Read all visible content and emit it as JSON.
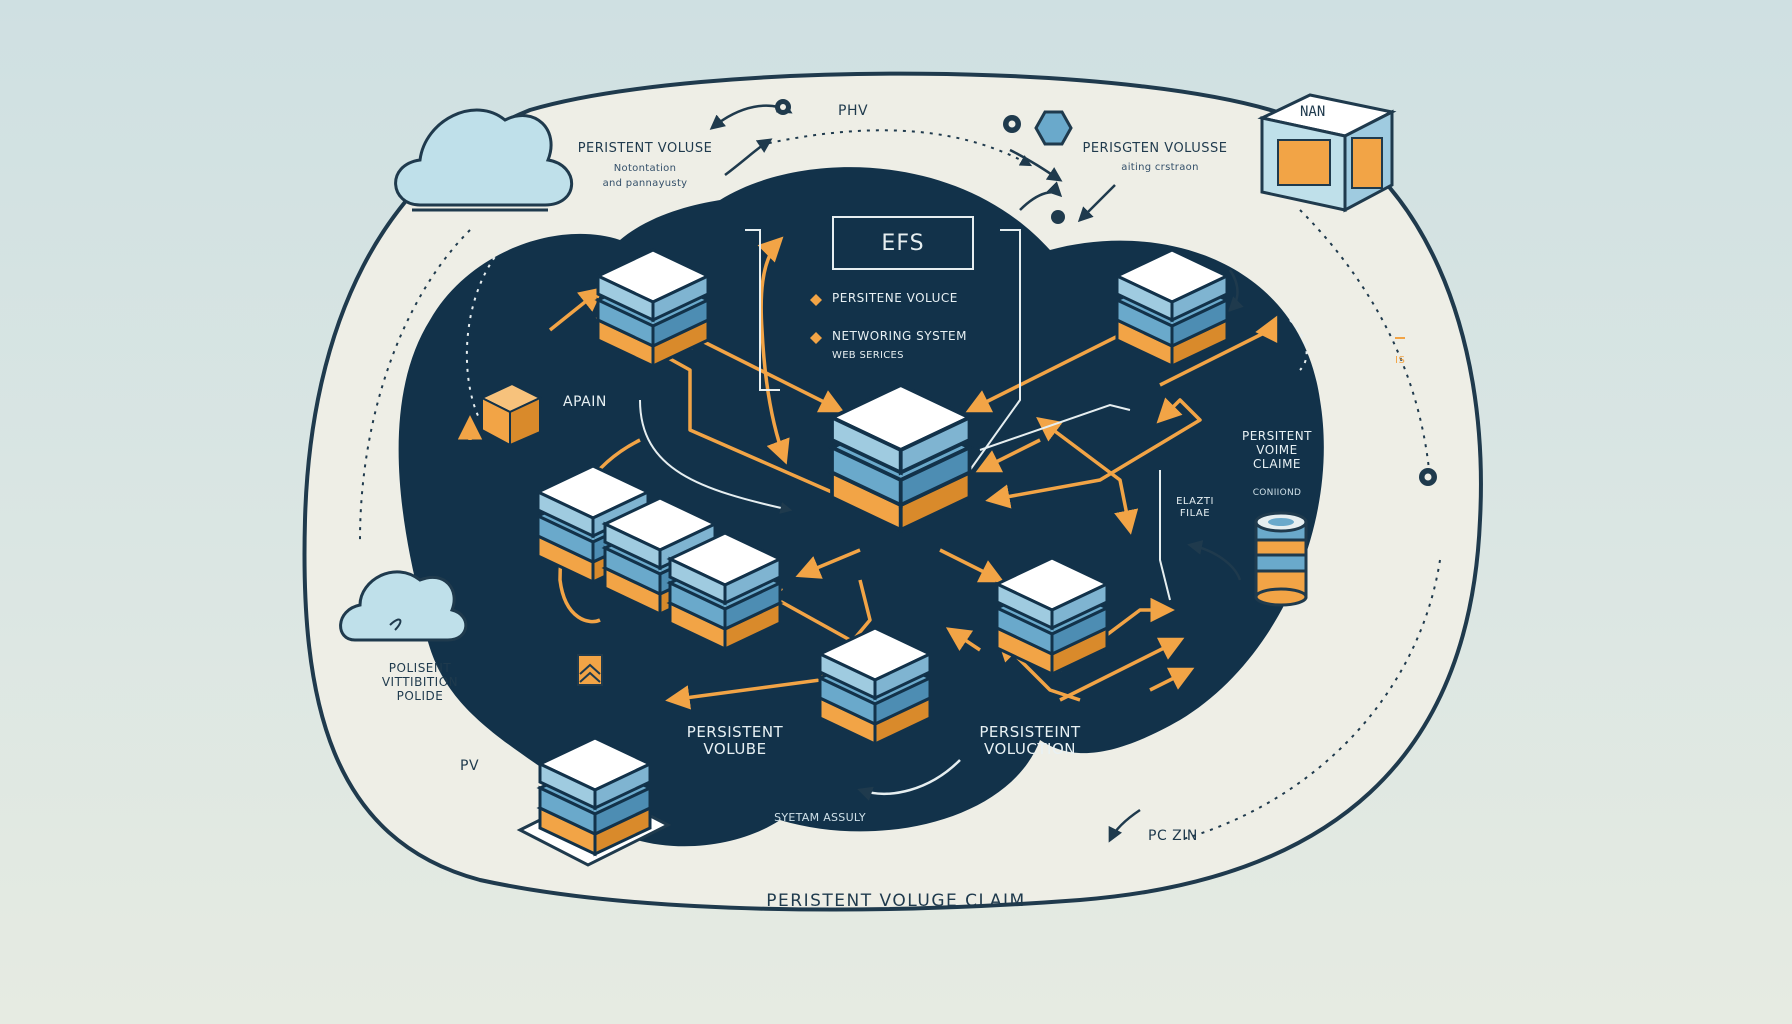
{
  "diagram": {
    "central_node": "EFS",
    "center_legend": [
      "PERSITENE VOLUCE",
      "NETWORING SYSTEM",
      "WEB SERICES"
    ],
    "labels": {
      "pv_top": "PHV",
      "top_left_title": "PERISTENT VOLUSE",
      "top_left_sub1": "Notontation",
      "top_left_sub2": "and pannayusty",
      "top_right_title": "PERISGTEN VOLUSSE",
      "top_right_sub": "aiting crstraon",
      "nan_cube": "NAN",
      "apain": "APAIN",
      "right_title": "PERSITENT VOIME CLAIME",
      "right_sub": "CONIIOND",
      "elastic": "ELAZTI FILAE",
      "left_title": "POLISENT VITTIBITION POLIDE",
      "pv_bottom_left": "PV",
      "bottom_left_title": "PERSISTENT VOLUBE",
      "bottom_right_title": "PERSISTEINT VOLUCTION",
      "system": "SYETAM ASSULY",
      "pc_zin": "PC ZIN",
      "footer": "PERISTENT VOLUGE CLAIM",
      "right_edge_tag": "IS"
    },
    "colors": {
      "dark_blob": "#12324a",
      "arrow_orange": "#f2a446",
      "server_top": "#ffffff",
      "server_blue": "#6aa9cb",
      "server_orange": "#f2a446",
      "cloud": "#bfe0ea",
      "oval_fill": "#eeeee6"
    },
    "icons": [
      "cloud-icon",
      "cloud-icon",
      "gear-icon",
      "hexagon-icon",
      "cube-icon",
      "database-icon",
      "server-stack-icon"
    ]
  }
}
